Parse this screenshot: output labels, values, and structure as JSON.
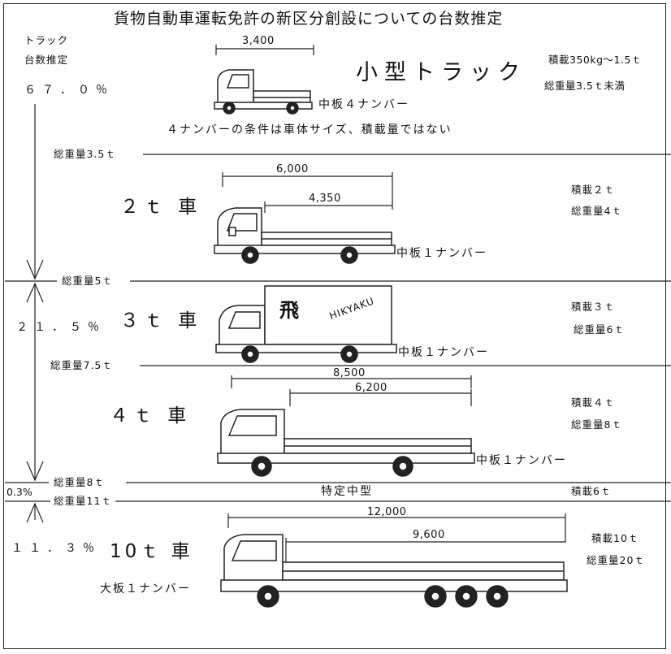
{
  "title": "貨物自動車運転免許の新区分創設についての台数推定",
  "left_header": [
    "トラック",
    "台数推定"
  ],
  "percentages": {
    "small": "６７．０％",
    "middle": "２１．５％",
    "special": "0.3%",
    "large": "１１．３％"
  },
  "classes": [
    {
      "name": "小型トラック",
      "dims": [
        "3,400"
      ],
      "specs": [
        "積載350kg～1.5ｔ",
        "総重量3.5ｔ未満"
      ],
      "plate": "中板４ナンバー",
      "note": "４ナンバーの条件は車体サイズ、積載量ではない"
    },
    {
      "name": "２ｔ 車",
      "dims": [
        "6,000",
        "4,350"
      ],
      "specs": [
        "積載２ｔ",
        "総重量4ｔ"
      ],
      "plate": "中板１ナンバー"
    },
    {
      "name": "３ｔ 車",
      "dims": [],
      "specs": [
        "積載３ｔ",
        "総重量6ｔ"
      ],
      "plate": "中板１ナンバー",
      "box_kanji": "飛",
      "box_text": "HIKYAKU"
    },
    {
      "name": "４ｔ 車",
      "dims": [
        "8,500",
        "6,200"
      ],
      "specs": [
        "積載４ｔ",
        "総重量8ｔ"
      ],
      "plate": "中板１ナンバー"
    },
    {
      "name": "10ｔ 車",
      "dims": [
        "12,000",
        "9,600"
      ],
      "specs": [
        "積載10ｔ",
        "総重量20ｔ"
      ],
      "plate": "大板１ナンバー"
    }
  ],
  "weight_lines": [
    "総重量3.5ｔ",
    "総重量5ｔ",
    "総重量7.5ｔ",
    "総重量8ｔ",
    "総重量11ｔ"
  ],
  "special_class": {
    "name": "特定中型",
    "spec": "積載6ｔ"
  }
}
